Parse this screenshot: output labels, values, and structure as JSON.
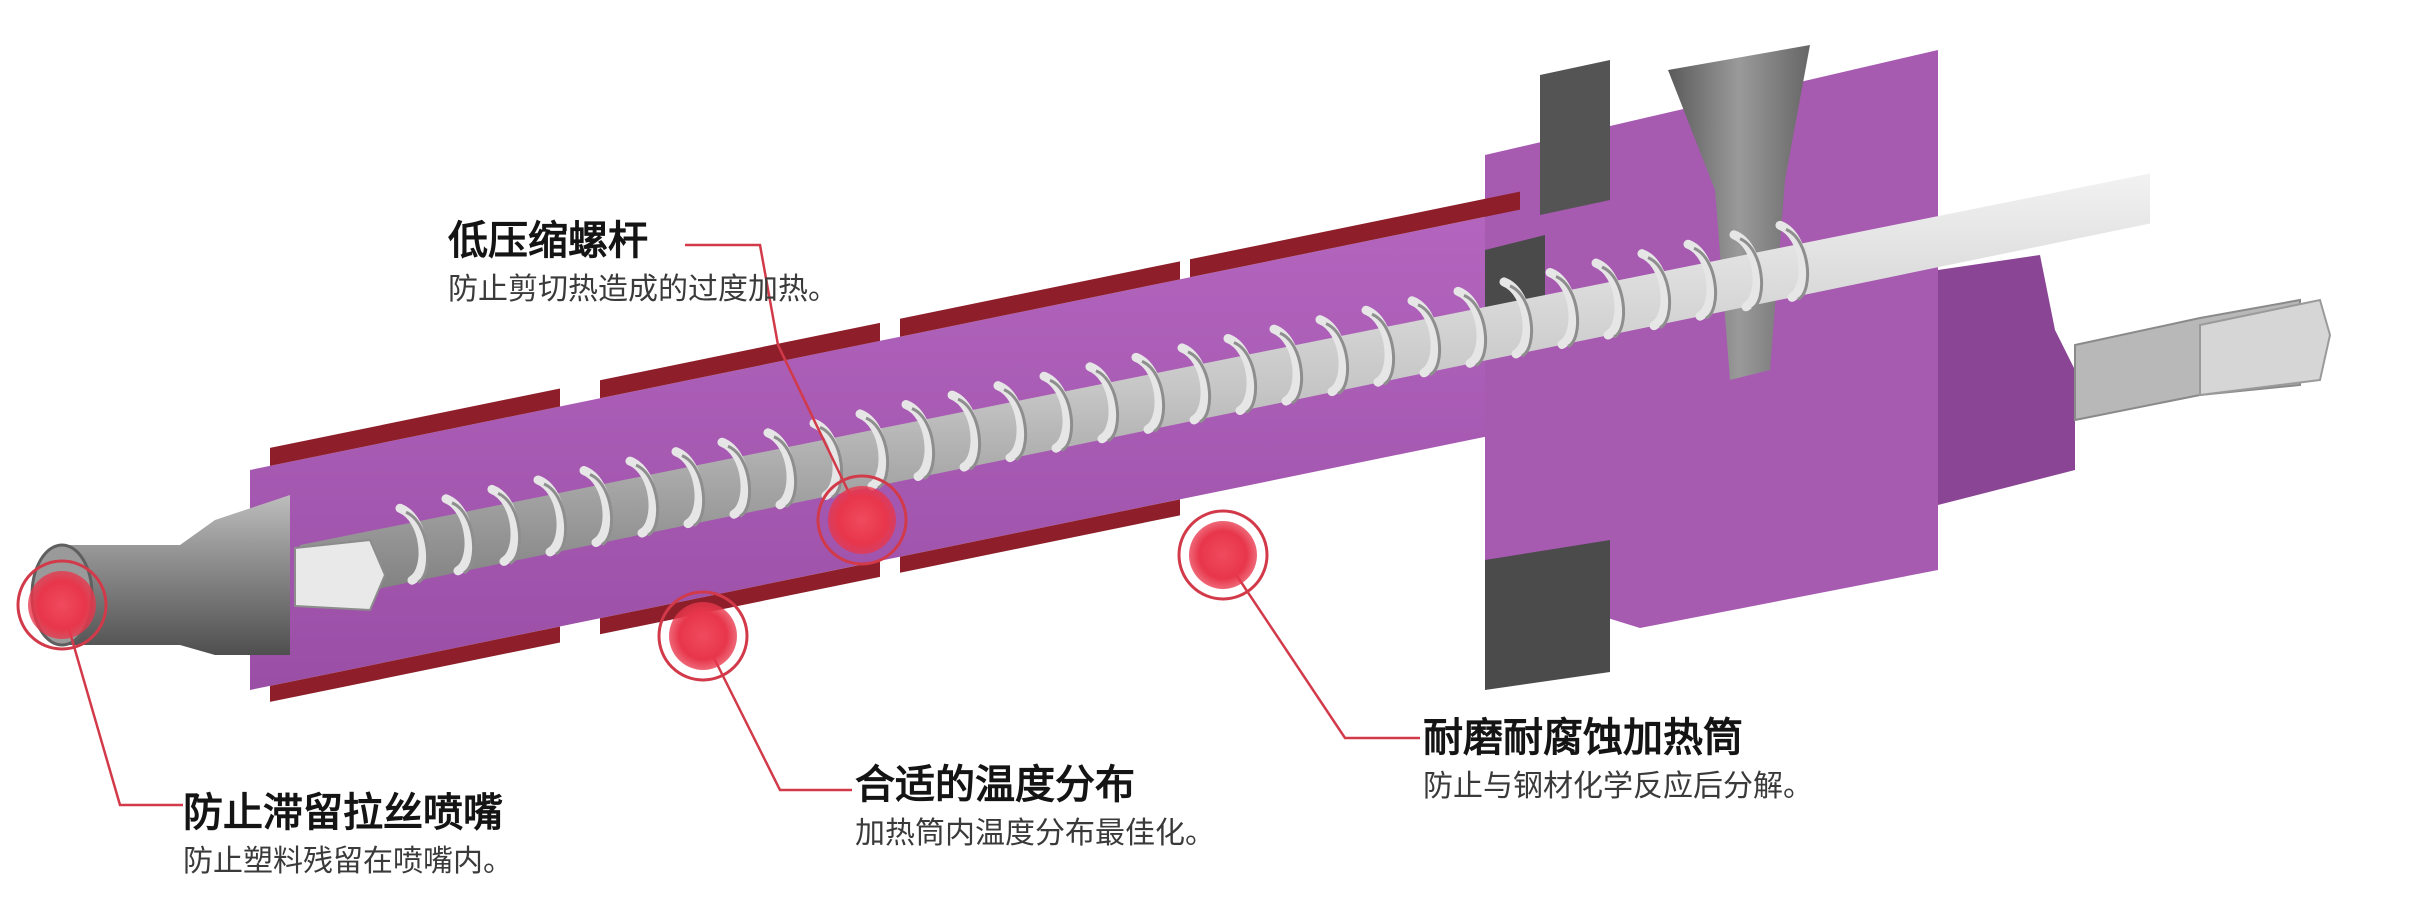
{
  "callouts": {
    "low_compression_screw": {
      "title": "低压缩螺杆",
      "desc": "防止剪切热造成的过度加热。"
    },
    "anti_drool_nozzle": {
      "title": "防止滞留拉丝喷嘴",
      "desc": "防止塑料残留在喷嘴内。"
    },
    "temperature_distribution": {
      "title": "合适的温度分布",
      "desc": "加热筒内温度分布最佳化。"
    },
    "corrosion_resistant_barrel": {
      "title": "耐磨耐腐蚀加热筒",
      "desc": "防止与钢材化学反应后分解。"
    }
  },
  "colors": {
    "barrel": "#a65ab0",
    "barrel_dark": "#8a4594",
    "heater_band": "#8e1f2a",
    "screw": "#c9c9c9",
    "screw_flight": "#e6e6e6",
    "feed_block": "#545454",
    "marker": "#e8364b",
    "leader_line": "#d23a4a"
  },
  "icons": [
    "marker-dot-icon"
  ]
}
